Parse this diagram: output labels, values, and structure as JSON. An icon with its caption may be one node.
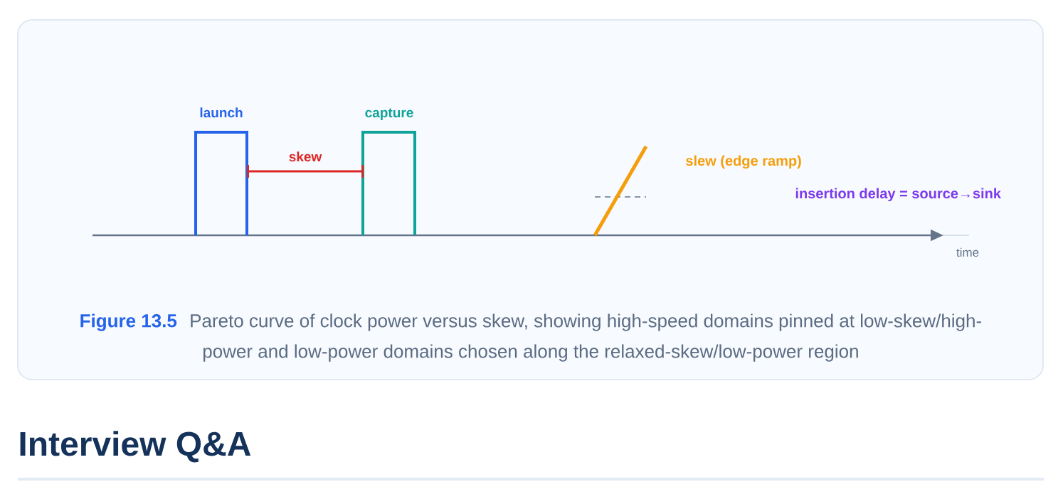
{
  "diagram": {
    "title": "Interview Q&A",
    "caption": "**Figure 13.5** Pareto curve of clock power versus skew, showing high-speed domains pinned at low-skew/high-power and low-power domains chosen along the relaxed-skew/low-power region",
    "labels": [
      "launch",
      "capture",
      "skew",
      "slew (edge ramp)",
      "insertion delay = source→sink",
      "time"
    ]
  }
}
